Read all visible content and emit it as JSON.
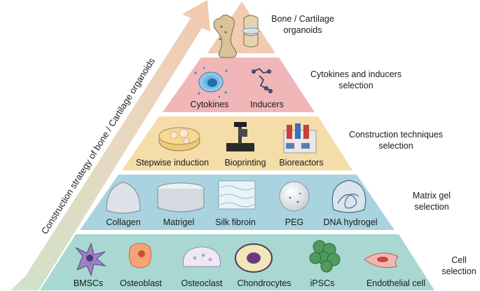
{
  "arrow_label": "Construction strategy of bone / Cartilage organoids",
  "tiers": [
    {
      "title_lines": [
        "Bone / Cartilage",
        "organoids"
      ],
      "color": "#f2cbb1",
      "items": []
    },
    {
      "title_lines": [
        "Cytokines and inducers",
        "selection"
      ],
      "color": "#f1b6b8",
      "items": [
        "Cytokines",
        "Inducers"
      ]
    },
    {
      "title_lines": [
        "Construction techniques",
        "selection"
      ],
      "color": "#f5dda9",
      "items": [
        "Stepwise induction",
        "Bioprinting",
        "Bioreactors"
      ]
    },
    {
      "title_lines": [
        "Matrix gel",
        "selection"
      ],
      "color": "#a9d3df",
      "items": [
        "Collagen",
        "Matrigel",
        "Silk fibroin",
        "PEG",
        "DNA hydrogel"
      ]
    },
    {
      "title_lines": [
        "Cell",
        "selection"
      ],
      "color": "#a8d8d1",
      "items": [
        "BMSCs",
        "Osteoblast",
        "Osteoclast",
        "Chondrocytes",
        "iPSCs",
        "Endothelial cell"
      ]
    }
  ]
}
